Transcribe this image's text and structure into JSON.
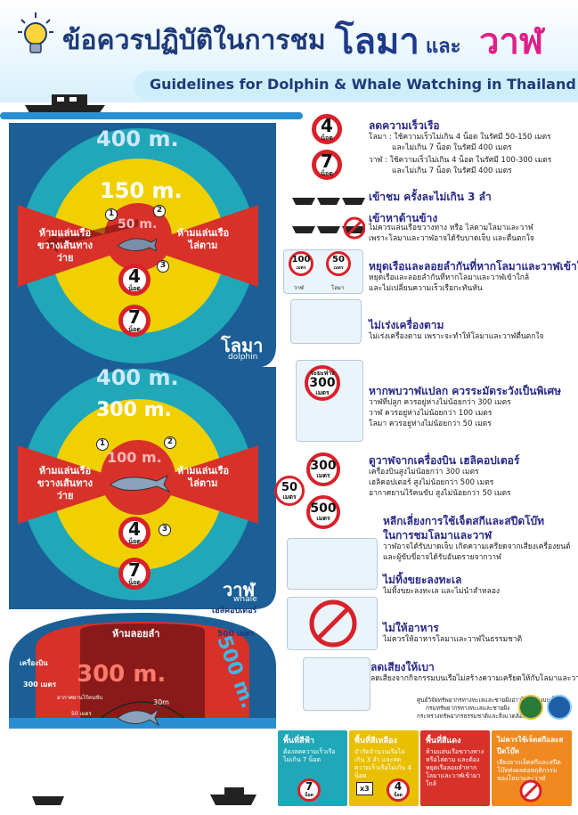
{
  "header": {
    "title_th": "ข้อควรปฏิบัติในการชม",
    "title_dolphin": "โลมา",
    "title_and": "และ",
    "title_whale": "วาฬ",
    "title_en": "Guidelines for Dolphin & Whale Watching in Thailand"
  },
  "dolphin_diagram": {
    "ring_outer": "400 m.",
    "ring_mid": "150 m.",
    "ring_inner": "50 m.",
    "no_cross_label": "ห้ามแล่นเรือขวางเส้นทางว่าย",
    "no_follow_label": "ห้ามแล่นเรือไล่ตาม",
    "speed_4": "4",
    "speed_4_unit": "น็อต",
    "speed_7": "7",
    "speed_7_unit": "น็อต",
    "boat_1": "1",
    "boat_2": "2",
    "boat_3": "3",
    "name_th": "โลมา",
    "name_en": "dolphin"
  },
  "whale_diagram": {
    "ring_outer": "400 m.",
    "ring_mid": "300 m.",
    "ring_inner": "100 m.",
    "no_cross_label": "ห้ามแล่นเรือขวางเส้นทางว่าย",
    "no_follow_label": "ห้ามแล่นเรือไล่ตาม",
    "speed_4": "4",
    "speed_4_unit": "น็อต",
    "speed_7": "7",
    "speed_7_unit": "น็อต",
    "boat_1": "1",
    "boat_2": "2",
    "boat_3": "3",
    "name_th": "วาฬ",
    "name_en": "whale"
  },
  "air_diagram": {
    "no_hover": "ห้ามลอยลำ",
    "helicopter": "เฮลิคอปเตอร์",
    "helicopter_dist": "500 เมตร",
    "airplane": "เครื่องบิน",
    "airplane_dist": "300 เมตร",
    "ring_300": "300 m.",
    "ring_500": "500 m.",
    "drone_label": "อากาศยานไร้คนขับ",
    "drone_dist": "50 เมตร",
    "dist_30": "30m"
  },
  "rules": [
    {
      "title": "ลดความเร็วเรือ",
      "lines": [
        "โลมา : ใช้ความเร็วไม่เกิน 4 น็อต ในรัศมี 50-150 เมตร",
        "และไม่เกิน 7 น็อต ในรัศมี 400 เมตร",
        "วาฬ   : ใช้ความเร็วไม่เกิน 4 น็อต ในรัศมี 100-300 เมตร",
        "และไม่เกิน 7 น็อต ในรัศมี 400 เมตร"
      ]
    },
    {
      "title": "เข้าชม ครั้งละไม่เกิน 3 ลำ",
      "lines": []
    },
    {
      "title": "เข้าหาด้านข้าง",
      "lines": [
        "ไม่ควรแล่นเรือขวางทาง หรือ ไล่ตามโลมาและวาฬ",
        "เพราะโลมาและวาฬอาจได้รับบาดเจ็บ และตื่นตกใจ"
      ]
    },
    {
      "title": "หยุดเรือและลอยลำกันที่หากโลมาและวาฬเข้าใกล้",
      "lines": [
        "หยุดเรือและลอยลำกันที่หากโลมาและวาฬเข้าใกล้",
        "และไม่เปลี่ยนความเร็วเรือกะทันหัน"
      ]
    },
    {
      "title": "ไม่เร่งเครื่องตาม",
      "lines": [
        "ไม่เร่งเครื่องตาม เพราะจะทำให้โลมาและวาฬตื่นตกใจ"
      ]
    },
    {
      "title": "หากพบวาฬแปลก ควรระมัดระวังเป็นพิเศษ",
      "lines": [
        "วาฬที่ปลูก  ควรอยู่ห่างไม่น้อยกว่า 300 เมตร",
        "วาฬ  ควรอยู่ห่างไม่น้อยกว่า 100 เมตร",
        "โลมา  ควรอยู่ห่างไม่น้อยกว่า 50 เมตร"
      ]
    },
    {
      "title": "ดูวาฬจากเครื่องบิน เฮลิคอปเตอร์",
      "lines": [
        "เครื่องบินสูงไม่น้อยกว่า 300 เมตร",
        "เฮลิคอปเตอร์ สูงไม่น้อยกว่า 500 เมตร",
        "อากาศยานไร้คนขับ สูงไม่น้อยกว่า 50 เมตร"
      ]
    },
    {
      "title": "หลีกเลี่ยงการใช้เจ็ตสกีและสปีดโบ๊ท",
      "title2": "ในการชมโลมาและวาฬ",
      "lines": [
        "วาฬอาจได้รับบาดเจ็บ เกิดความเครียดจากเสียงเครื่องยนต์",
        "และผู้ขับขี่อาจได้รับอันตรายจากวาฬ"
      ]
    },
    {
      "title": "ไม่ทิ้งขยะลงทะเล",
      "lines": [
        "ไม่ทิ้งขยะลงทะเล และไม่นำสำหลอง"
      ]
    },
    {
      "title": "ไม่ให้อาหาร",
      "lines": [
        "ไม่ควรให้อาหารโลมาและวาฬในธรรมชาติ"
      ]
    },
    {
      "title": "ลดเสียงให้เบา",
      "lines": [
        "ลดเสียงจากกิจกรรมบนเรือไม่สร้างความเครียดให้กับโลมาและวาฬ"
      ]
    }
  ],
  "signs": {
    "s4": "4",
    "s7": "7",
    "unit": "น็อต",
    "d100": "100",
    "d50": "50",
    "d300": "300",
    "d500": "500",
    "meter": "เมตร",
    "distance": "ระยะห่าง",
    "lbl_whale": "วาฬ",
    "lbl_dolphin": "โลมา"
  },
  "footer_org": [
    "ศูนย์วิจัยทรัพยากรทางทะเลและชายฝั่งอ่าวไทยตอนบนน้ำ",
    "กรมทรัพยากรทางทะเลและชายฝั่ง",
    "กระทรวงทรัพยากรธรรมชาติและสิ่งแวดล้อม"
  ],
  "legend": [
    {
      "title": "พื้นที่สีฟ้า",
      "text": "ต้องลดความเร็วเรือไม่เกิน 7 น็อต",
      "color": "#20a8b8",
      "sign": "7"
    },
    {
      "title": "พื้นที่สีเหลือง",
      "text": "จำกัดจำนวนเรือไม่เกิน 3 ลำ และลดความเร็วเรือไม่เกิน 4 น็อต",
      "color": "#e8c000",
      "sign": "4",
      "boats": "x3"
    },
    {
      "title": "พื้นที่สีแดง",
      "text": "ห้ามแล่นเรือขวางทางหรือไล่ตาม และต้องหยุดเรือลอยลำหากโลมาและวาฬเข้ามาใกล้",
      "color": "#d8312a"
    },
    {
      "title": "ไม่ควรใช้เจ็ตสกีและสปีดโบ๊ท",
      "text": "เสียงจากเจ็ตสกีและสปีดโบ๊ทส่งผลต่อพฤติกรรมของโลมาและวาฬ",
      "color": "#f08a20"
    }
  ],
  "colors": {
    "outer_blue": "#1b6aa0",
    "teal": "#20a8b8",
    "yellow": "#f0d000",
    "red": "#d8312a",
    "navy": "#1e3a7a"
  }
}
